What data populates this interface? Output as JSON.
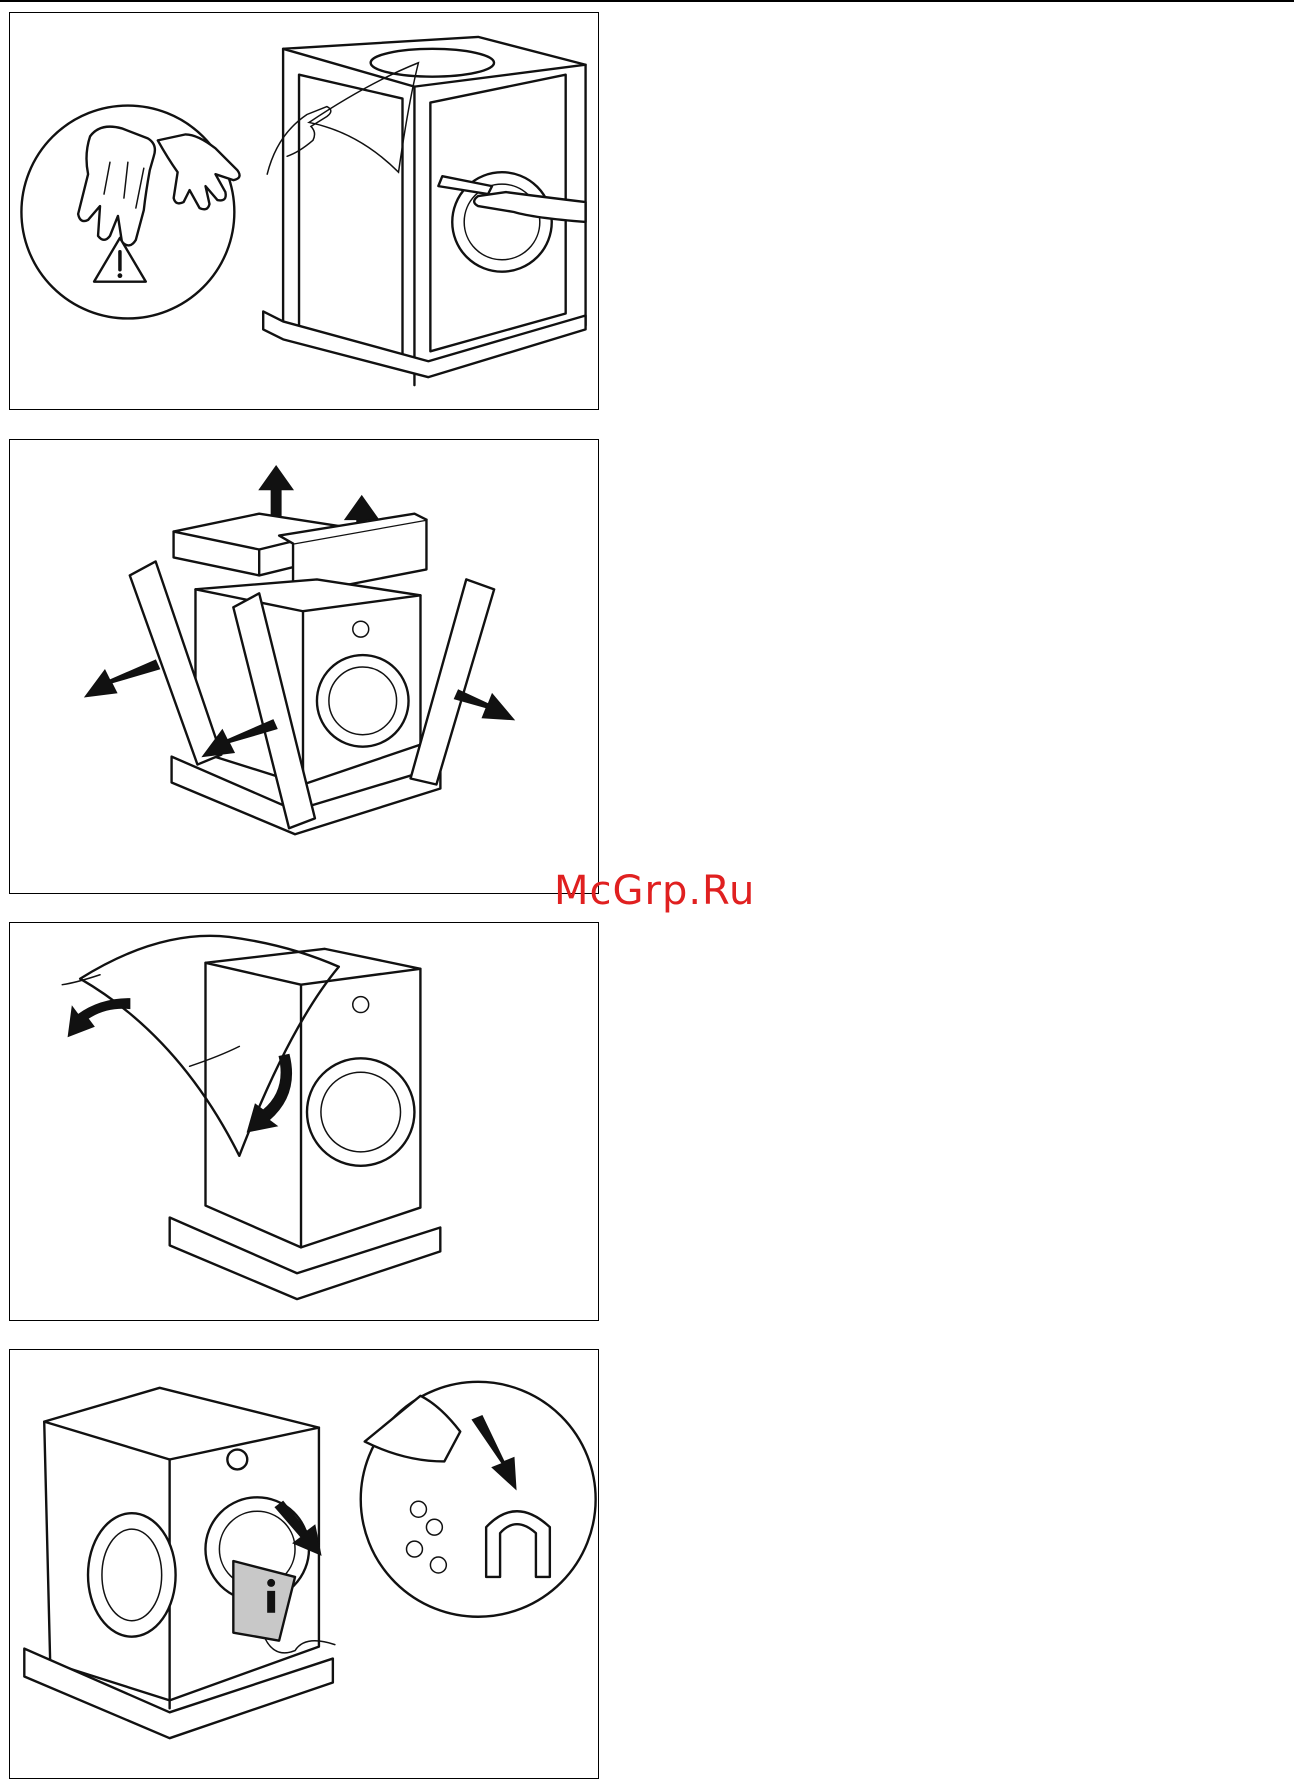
{
  "watermark": {
    "text": "McGrp.Ru",
    "color": "#e02020"
  },
  "figures": [
    {
      "id": "step-1",
      "icons": [
        "gloves-icon",
        "warning-icon",
        "knife-icon"
      ]
    },
    {
      "id": "step-2",
      "icons": [
        "arrow-up-icon",
        "arrow-left-icon",
        "arrow-right-icon"
      ]
    },
    {
      "id": "step-3",
      "icons": [
        "curved-arrow-icon"
      ]
    },
    {
      "id": "step-4",
      "icons": [
        "info-icon",
        "arrow-down-icon"
      ]
    }
  ]
}
